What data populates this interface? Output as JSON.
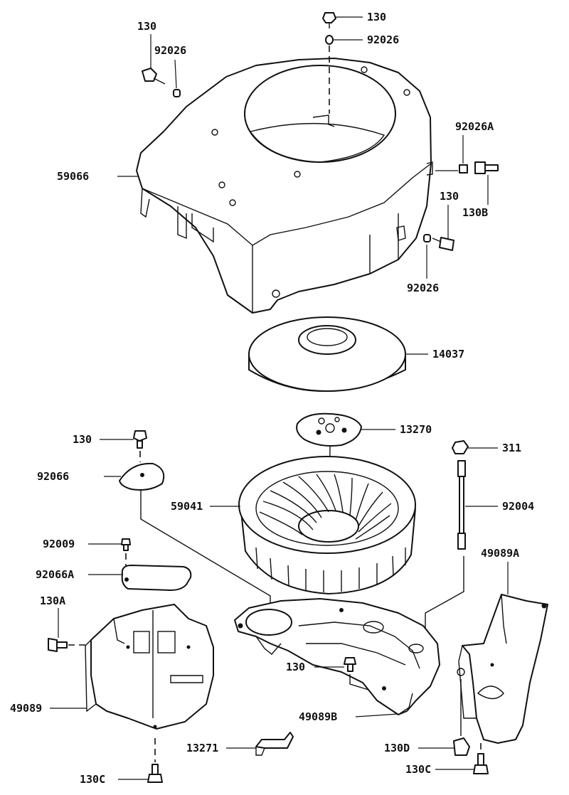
{
  "labels": [
    {
      "key": "top-130",
      "text": "130"
    },
    {
      "key": "top-92026",
      "text": "92026"
    },
    {
      "key": "left-130",
      "text": "130"
    },
    {
      "key": "left-92026",
      "text": "92026"
    },
    {
      "key": "shroud-59066",
      "text": "59066"
    },
    {
      "key": "right-92026A",
      "text": "92026A"
    },
    {
      "key": "right-130-upper",
      "text": "130"
    },
    {
      "key": "right-130B",
      "text": "130B"
    },
    {
      "key": "right-92026",
      "text": "92026"
    },
    {
      "key": "screen-14037",
      "text": "14037"
    },
    {
      "key": "plate-13270",
      "text": "13270"
    },
    {
      "key": "mid-130",
      "text": "130"
    },
    {
      "key": "nut-311",
      "text": "311"
    },
    {
      "key": "cover-92066",
      "text": "92066"
    },
    {
      "key": "flywheel-59041",
      "text": "59041"
    },
    {
      "key": "stud-92004",
      "text": "92004"
    },
    {
      "key": "screw-92009",
      "text": "92009"
    },
    {
      "key": "guard-49089A",
      "text": "49089A"
    },
    {
      "key": "plate-92066A",
      "text": "92066A"
    },
    {
      "key": "bolt-130A",
      "text": "130A"
    },
    {
      "key": "lower-130",
      "text": "130"
    },
    {
      "key": "guard-49089",
      "text": "49089"
    },
    {
      "key": "guard-49089B",
      "text": "49089B"
    },
    {
      "key": "clip-13271",
      "text": "13271"
    },
    {
      "key": "bolt-130D",
      "text": "130D"
    },
    {
      "key": "bolt-130C-left",
      "text": "130C"
    },
    {
      "key": "bolt-130C-right",
      "text": "130C"
    }
  ]
}
